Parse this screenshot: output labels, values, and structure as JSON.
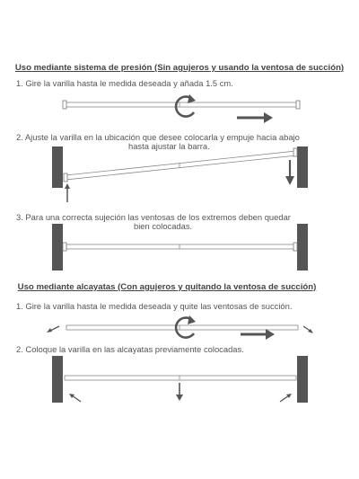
{
  "section1": {
    "heading": "Uso mediante sistema de presión (Sin agujeros y usando la ventosa de succión)",
    "steps": [
      {
        "text": "1. Gire la varilla hasta le medida deseada y añada 1.5 cm."
      },
      {
        "line1": "2. Ajuste la varilla en la ubicación que desee colocarla y empuje hacia abajo",
        "line2": "hasta ajustar la barra."
      },
      {
        "line1": "3. Para una correcta sujeción las ventosas de los extremos deben quedar",
        "line2": "bien colocadas."
      }
    ]
  },
  "section2": {
    "heading": "Uso mediante alcayatas (Con agujeros y quitando la ventosa de succión)",
    "steps": [
      {
        "text": "1. Gire la varilla hasta le medida deseada y quite las ventosas de succión."
      },
      {
        "text": "2. Coloque la varilla en las alcayatas previamente colocadas."
      }
    ]
  },
  "colors": {
    "wall": "#555555",
    "arrow": "#555555",
    "rod": "#888888",
    "text": "#555555"
  },
  "icons": [
    "rotate-arrow-icon",
    "arrow-right-icon",
    "arrow-down-icon",
    "arrow-up-icon",
    "arrow-diagonal-icon"
  ]
}
